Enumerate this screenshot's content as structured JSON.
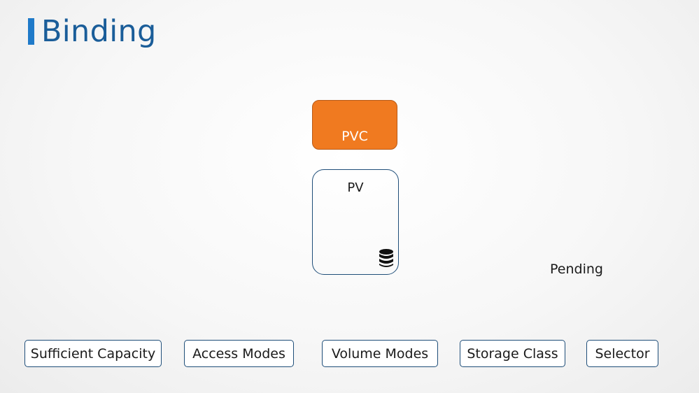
{
  "slide": {
    "title": "Binding"
  },
  "pvc": {
    "label": "PVC"
  },
  "pv": {
    "label": "PV",
    "icon": "database-icon"
  },
  "status": {
    "text": "Pending"
  },
  "criteria": [
    "Sufficient Capacity",
    "Access Modes",
    "Volume Modes",
    "Storage Class",
    "Selector"
  ],
  "colors": {
    "title": "#1a5d99",
    "title_bar": "#1f7ac9",
    "pvc_fill": "#f07a20",
    "outline": "#1f4e79"
  }
}
